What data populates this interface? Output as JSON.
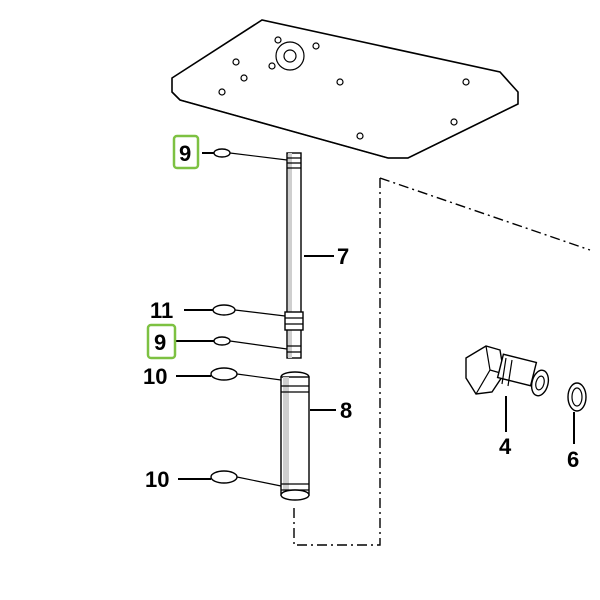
{
  "callouts": {
    "p4": "4",
    "p6": "6",
    "p7": "7",
    "p8": "8",
    "p9a": "9",
    "p9b": "9",
    "p10a": "10",
    "p10b": "10",
    "p11": "11"
  },
  "colors": {
    "highlight": "#7dc142",
    "ink": "#000000",
    "shade": "#cfcfcf"
  }
}
